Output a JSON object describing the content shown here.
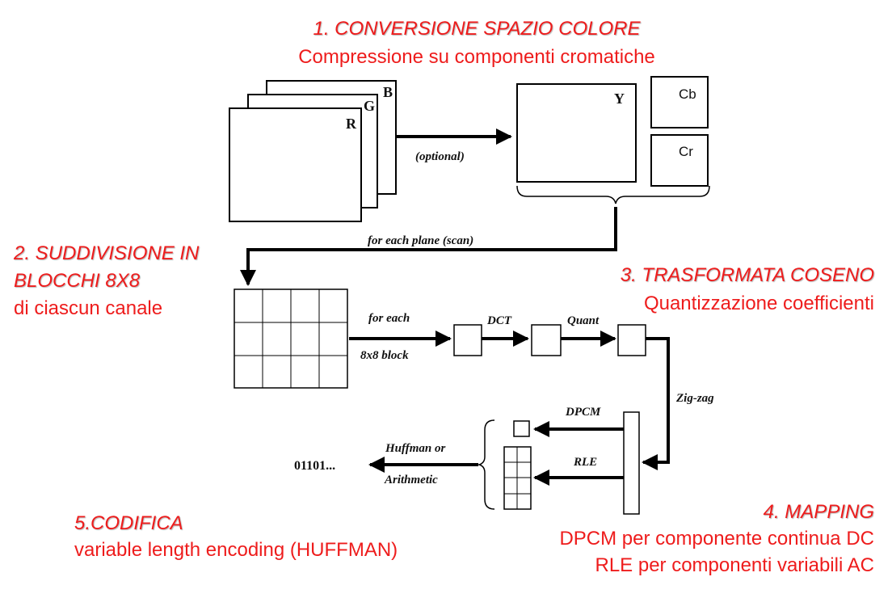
{
  "colors": {
    "caption": "#ee1c1c",
    "ink": "#000000"
  },
  "steps": {
    "step1": {
      "title": "1. CONVERSIONE SPAZIO COLORE",
      "subtitle": "Compressione su componenti cromatiche"
    },
    "step2": {
      "title_line1": "2. SUDDIVISIONE IN",
      "title_line2": "BLOCCHI 8X8",
      "subtitle": "di ciascun canale"
    },
    "step3": {
      "title": "3. TRASFORMATA COSENO",
      "subtitle": "Quantizzazione coefficienti"
    },
    "step4": {
      "title": "4. MAPPING",
      "line1": "DPCM per componente continua DC",
      "line2": "RLE per componenti variabili AC"
    },
    "step5": {
      "title": "5.CODIFICA",
      "subtitle": "variable length encoding (HUFFMAN)"
    }
  },
  "diagram": {
    "rgb_labels": {
      "r": "R",
      "g": "G",
      "b": "B"
    },
    "ycbcr_labels": {
      "y": "Y",
      "cb": "Cb",
      "cr": "Cr"
    },
    "optional_label": "(optional)",
    "for_each_plane_label": "for each plane (scan)",
    "for_each_label": "for each",
    "block_label": "8x8 block",
    "dct_label": "DCT",
    "quant_label": "Quant",
    "zigzag_label": "Zig-zag",
    "dpcm_label": "DPCM",
    "rle_label": "RLE",
    "huffman_label": "Huffman or",
    "arithmetic_label": "Arithmetic",
    "output_bits": "01101..."
  }
}
